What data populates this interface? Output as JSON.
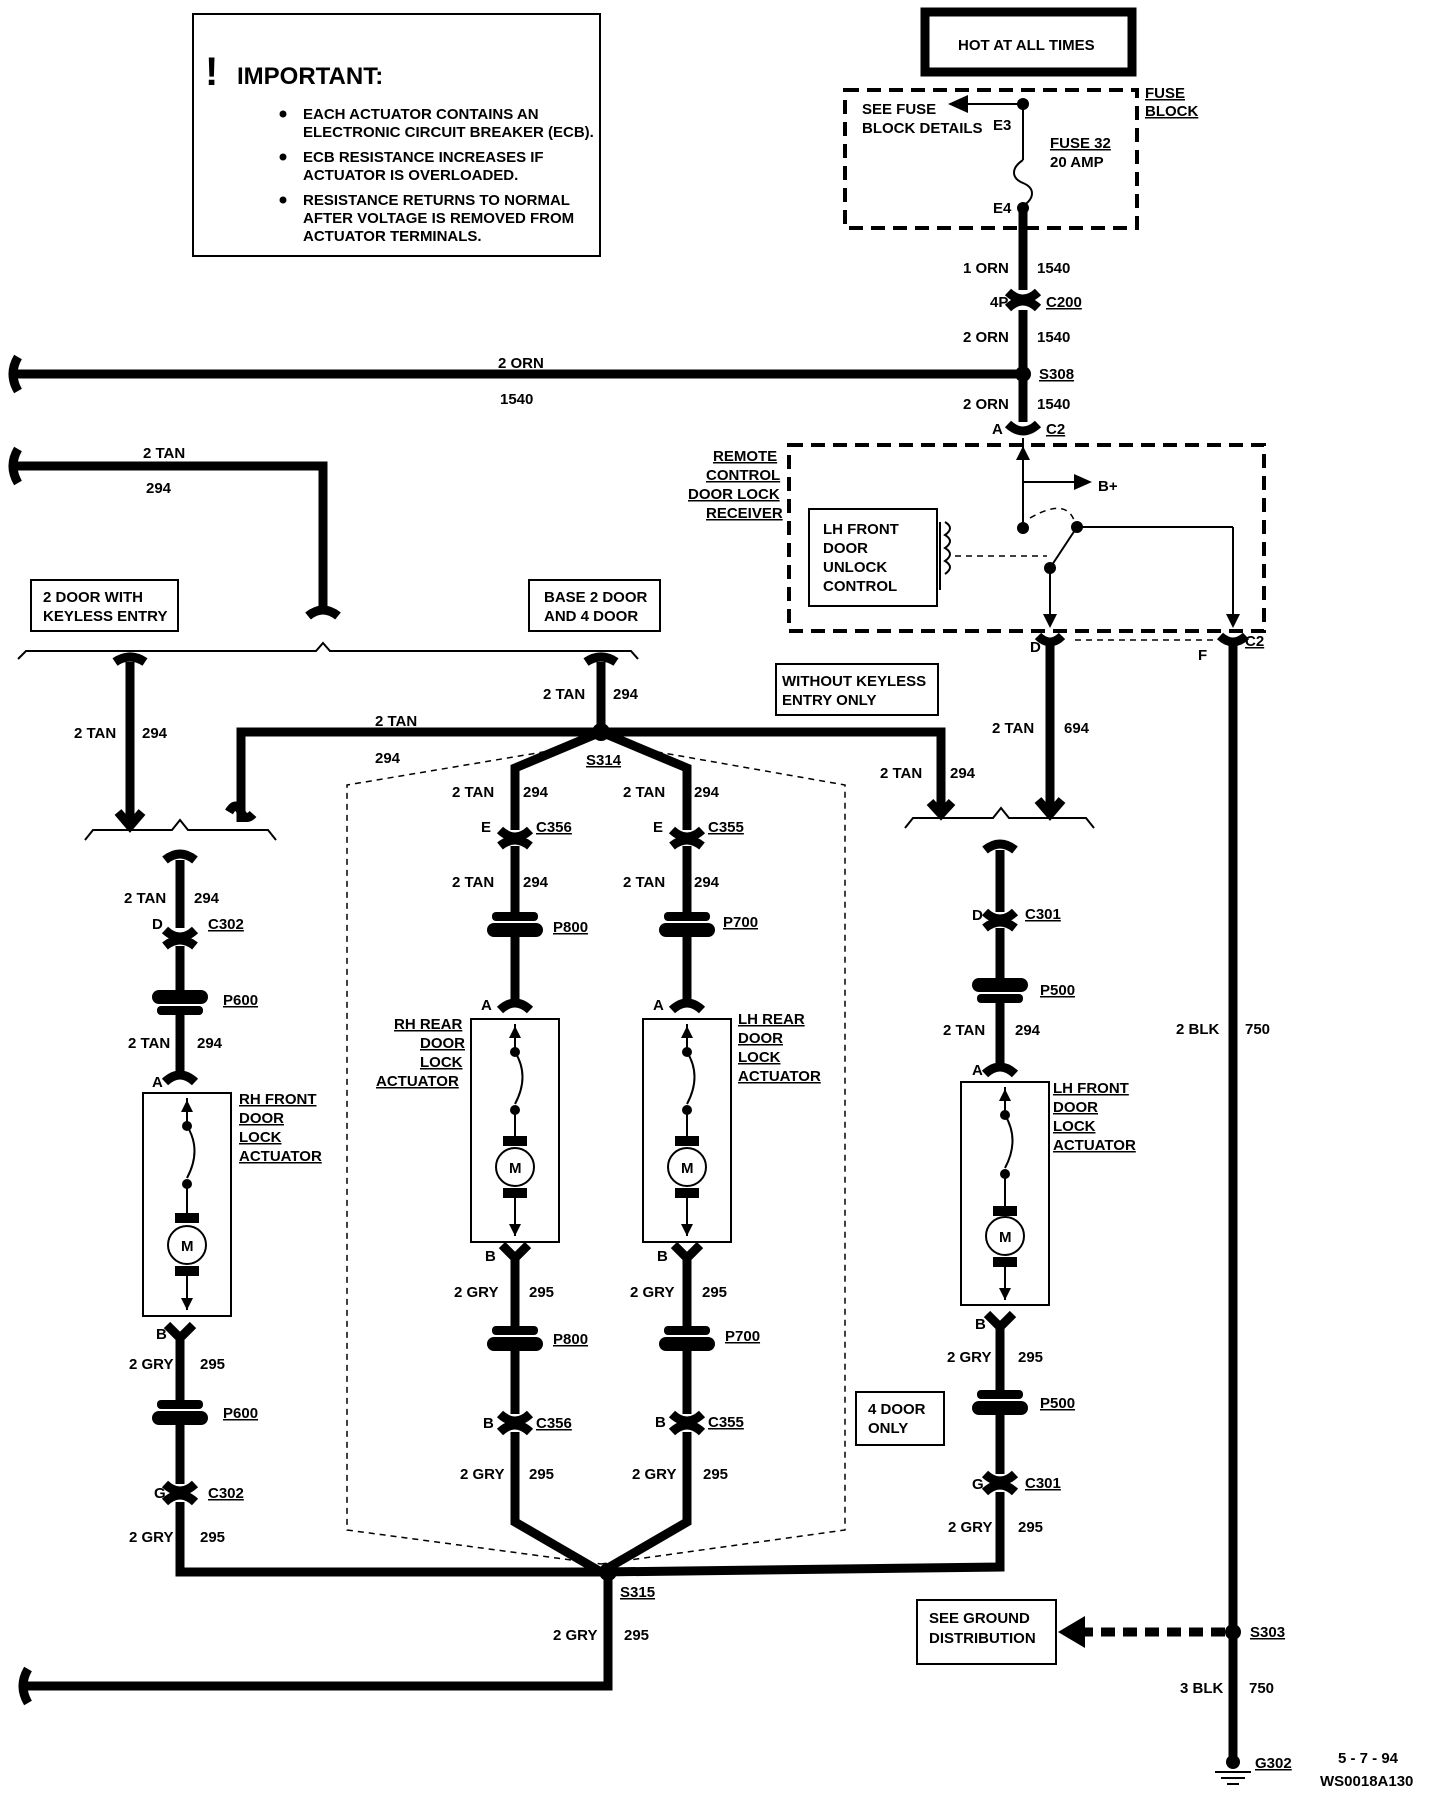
{
  "important": {
    "title": "IMPORTANT:",
    "bullets": [
      [
        "EACH ACTUATOR CONTAINS AN",
        "ELECTRONIC CIRCUIT BREAKER (ECB)."
      ],
      [
        "ECB RESISTANCE INCREASES IF",
        "ACTUATOR IS OVERLOADED."
      ],
      [
        "RESISTANCE RETURNS TO NORMAL",
        "AFTER VOLTAGE IS REMOVED FROM",
        "ACTUATOR TERMINALS."
      ]
    ]
  },
  "power": {
    "hot_label": "HOT AT ALL TIMES",
    "fuse_block": [
      "FUSE",
      "BLOCK"
    ],
    "see_fuse": [
      "SEE FUSE",
      "BLOCK DETAILS"
    ],
    "fuse": [
      "FUSE 32",
      "20 AMP"
    ],
    "e3": "E3",
    "e4": "E4"
  },
  "wires": {
    "orn1": "1 ORN",
    "orn2": "2 ORN",
    "tan2": "2 TAN",
    "gry2": "2 GRY",
    "blk2": "2 BLK",
    "blk3": "3 BLK",
    "c1540": "1540",
    "c294": "294",
    "c295": "295",
    "c694": "694",
    "c750": "750"
  },
  "connectors": {
    "c200": "C200",
    "pin_4p": "4P",
    "s308": "S308",
    "c2": "C2",
    "pin_a": "A",
    "pin_b": "B",
    "pin_d": "D",
    "pin_e": "E",
    "pin_f": "F",
    "pin_g": "G",
    "s314": "S314",
    "s315": "S315",
    "s303": "S303",
    "g302": "G302",
    "c356": "C356",
    "c355": "C355",
    "c302": "C302",
    "c301": "C301",
    "p800": "P800",
    "p700": "P700",
    "p600": "P600",
    "p500": "P500"
  },
  "receiver": {
    "title": [
      "REMOTE",
      "CONTROL",
      "DOOR LOCK",
      "RECEIVER"
    ],
    "b_plus": "B+",
    "unlock_control": [
      "LH FRONT",
      "DOOR",
      "UNLOCK",
      "CONTROL"
    ]
  },
  "options": {
    "two_door_keyless": [
      "2 DOOR WITH",
      "KEYLESS ENTRY"
    ],
    "base_2_4_door": [
      "BASE 2 DOOR",
      "AND 4 DOOR"
    ],
    "without_keyless": [
      "WITHOUT KEYLESS",
      "ENTRY ONLY"
    ],
    "four_door_only": [
      "4 DOOR",
      "ONLY"
    ]
  },
  "actuators": {
    "rh_front": [
      "RH FRONT",
      "DOOR",
      "LOCK",
      "ACTUATOR"
    ],
    "rh_rear": [
      "RH REAR",
      "DOOR",
      "LOCK",
      "ACTUATOR"
    ],
    "lh_rear": [
      "LH REAR",
      "DOOR",
      "LOCK",
      "ACTUATOR"
    ],
    "lh_front": [
      "LH FRONT",
      "DOOR",
      "LOCK",
      "ACTUATOR"
    ],
    "motor": "M"
  },
  "ground": {
    "see_ground": [
      "SEE GROUND",
      "DISTRIBUTION"
    ]
  },
  "footer": {
    "date": "5 - 7 - 94",
    "code": "WS0018A130"
  }
}
